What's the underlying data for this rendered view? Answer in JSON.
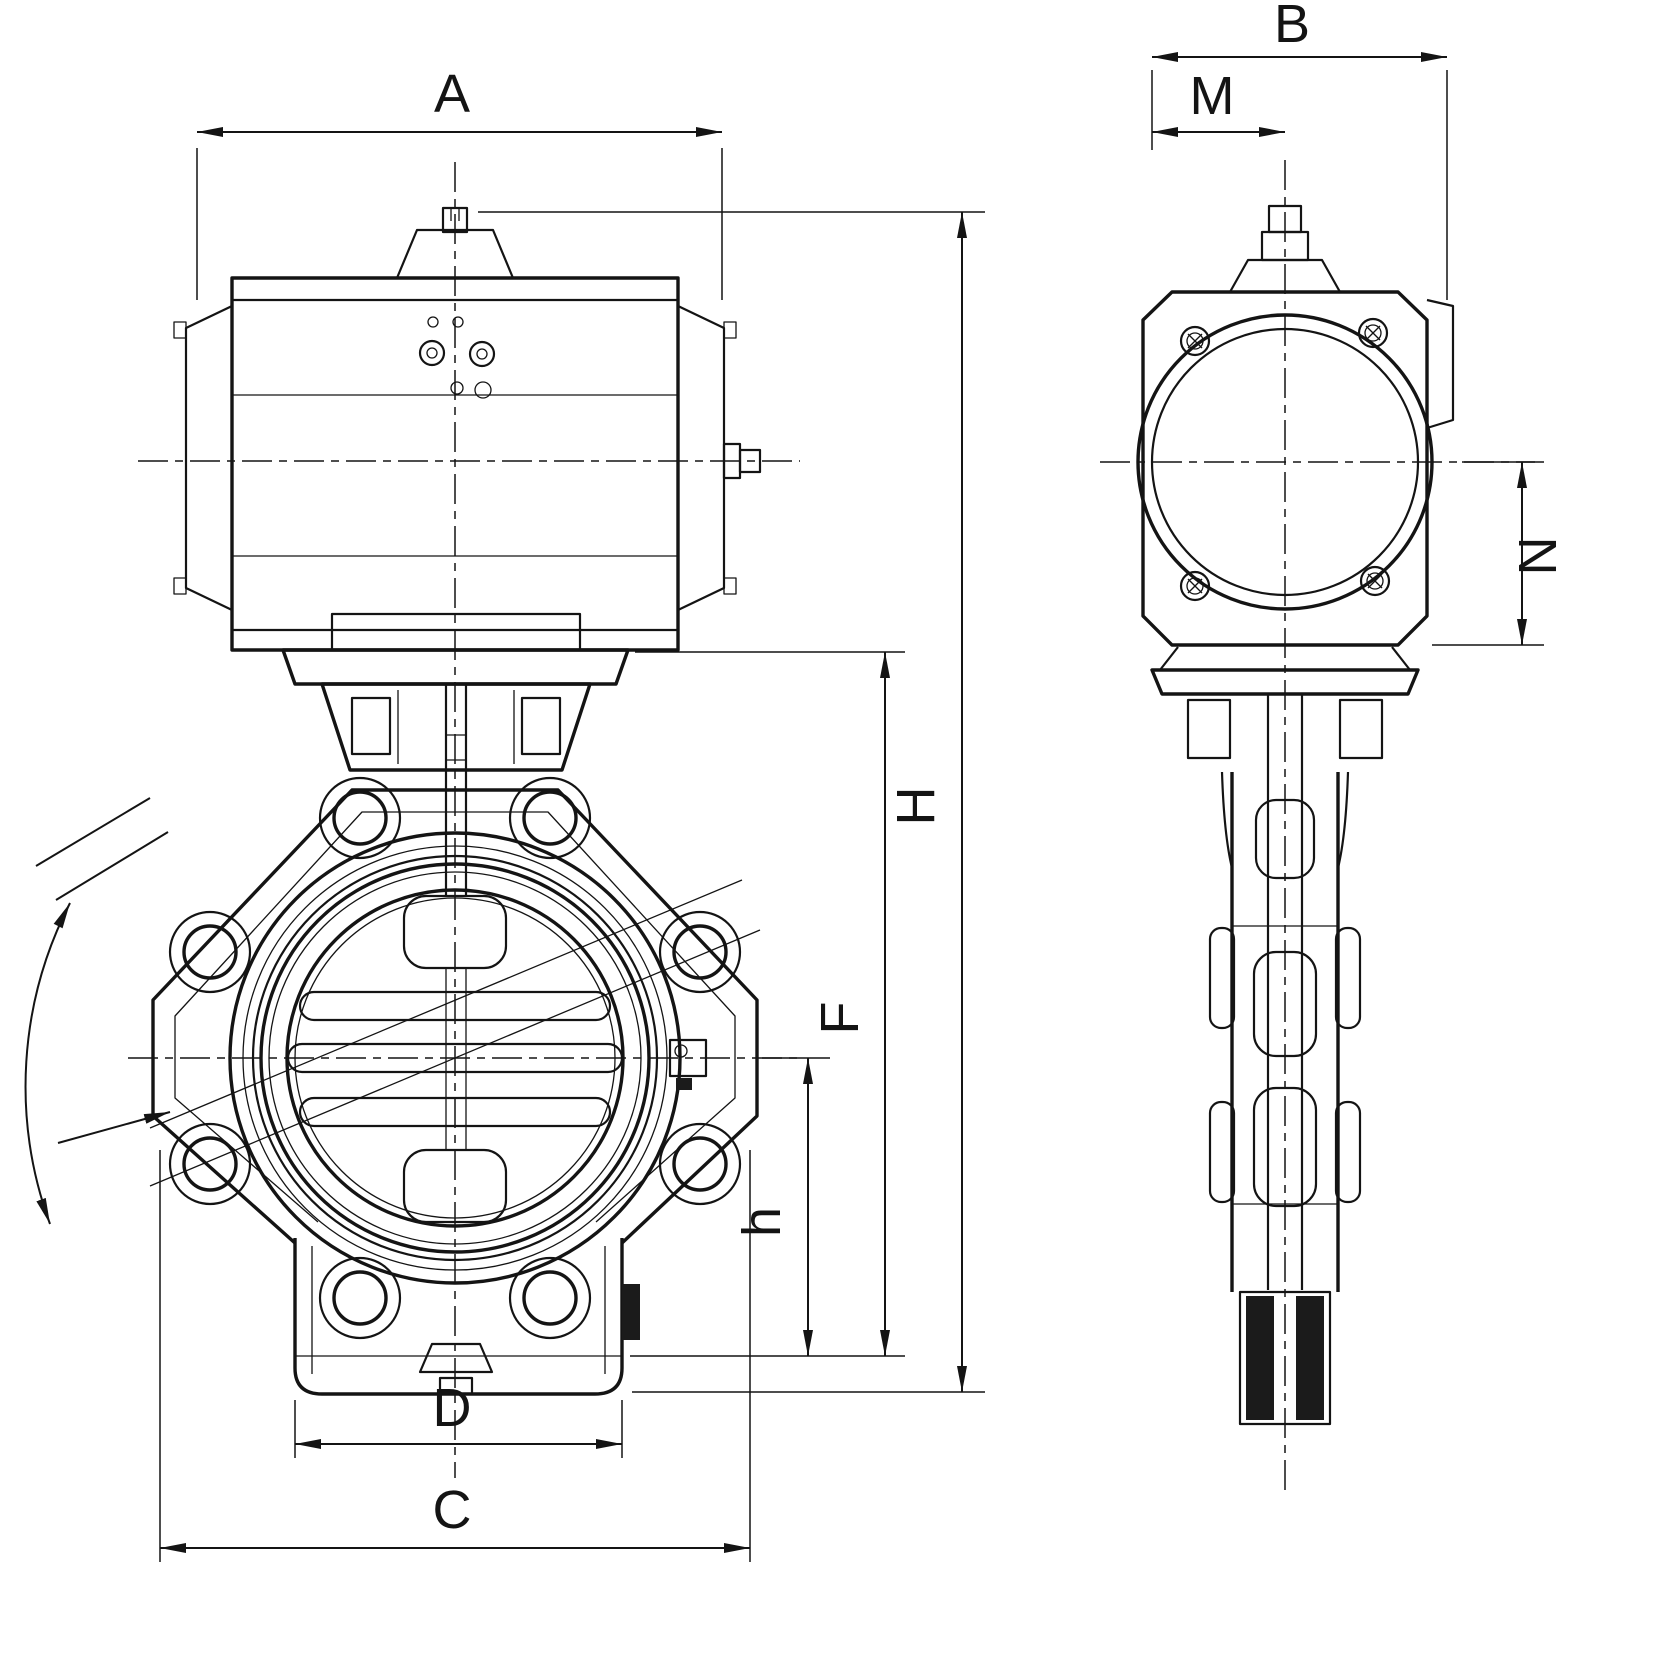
{
  "meta": {
    "description": "Two-view dimensional technical drawing of a butterfly valve with pneumatic actuator",
    "views": {
      "front": "front-view",
      "side": "side-view"
    }
  },
  "colors": {
    "background": "#ffffff",
    "ink": "#141414"
  },
  "dims": {
    "A": "A",
    "B": "B",
    "M": "M",
    "H": "H",
    "F": "F",
    "h": "h",
    "N": "N",
    "D": "D",
    "C": "C"
  }
}
